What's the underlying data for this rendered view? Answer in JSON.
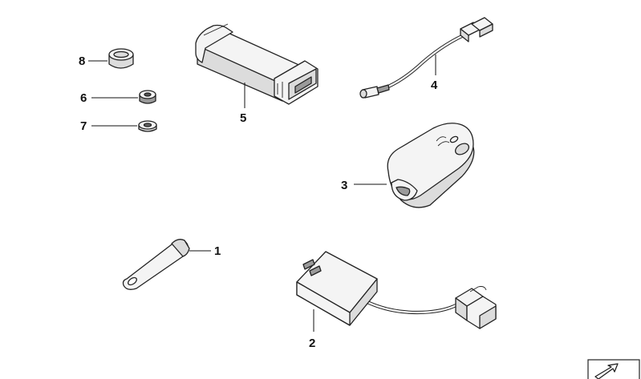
{
  "callouts": {
    "p1": "1",
    "p2": "2",
    "p3": "3",
    "p4": "4",
    "p5": "5",
    "p6": "6",
    "p7": "7",
    "p8": "8"
  },
  "icons": {
    "p1": "key-blade-icon",
    "p2": "receiver-module-icon",
    "p3": "remote-key-fob-icon",
    "p4": "antenna-cable-icon",
    "p5": "control-unit-icon",
    "p6": "nut-icon",
    "p7": "washer-icon",
    "p8": "rubber-cap-icon",
    "corner": "navigation-arrow-icon"
  }
}
